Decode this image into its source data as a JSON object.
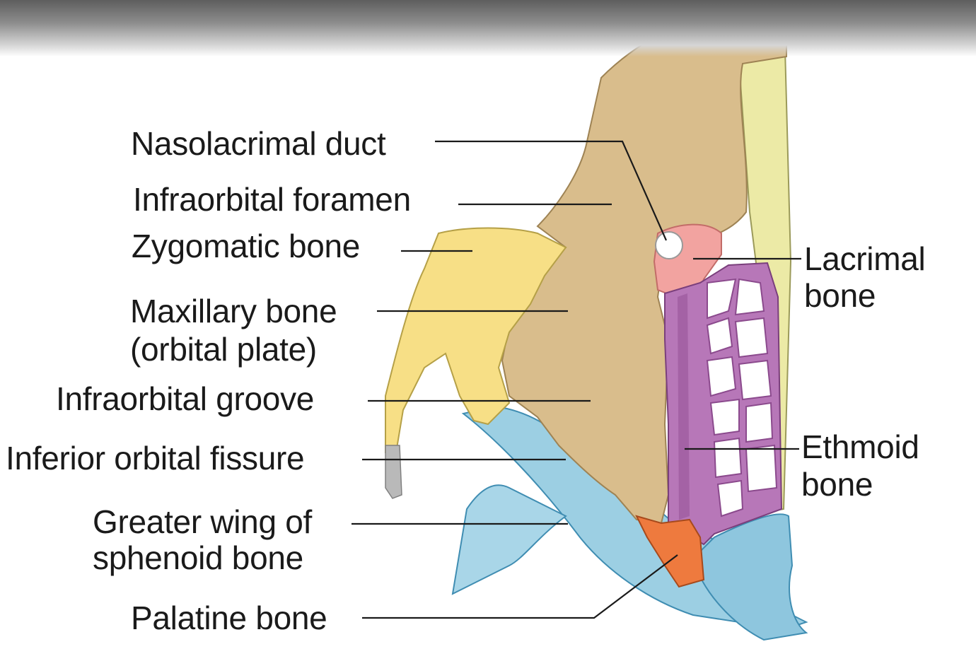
{
  "labels": {
    "nasolacrimal_duct": "Nasolacrimal duct",
    "infraorbital_foramen": "Infraorbital foramen",
    "zygomatic_bone": "Zygomatic bone",
    "maxillary_bone_line1": "Maxillary bone",
    "maxillary_bone_line2": "(orbital plate)",
    "infraorbital_groove": "Infraorbital groove",
    "inferior_orbital_fissure": "Inferior orbital fissure",
    "greater_wing_line1": "Greater wing of",
    "greater_wing_line2": "sphenoid bone",
    "palatine_bone": "Palatine bone",
    "lacrimal_bone_line1": "Lacrimal",
    "lacrimal_bone_line2": "bone",
    "ethmoid_bone_line1": "Ethmoid",
    "ethmoid_bone_line2": "bone"
  },
  "colors": {
    "maxillary": "#d9bd8c",
    "zygomatic": "#f7df86",
    "lacrimal": "#f2a3a0",
    "ethmoid": "#b777b8",
    "sphenoid": "#9ccfe3",
    "palatine": "#ee7a3e",
    "frontal_strip": "#eceaa6",
    "leader_line": "#1a1a1a"
  }
}
